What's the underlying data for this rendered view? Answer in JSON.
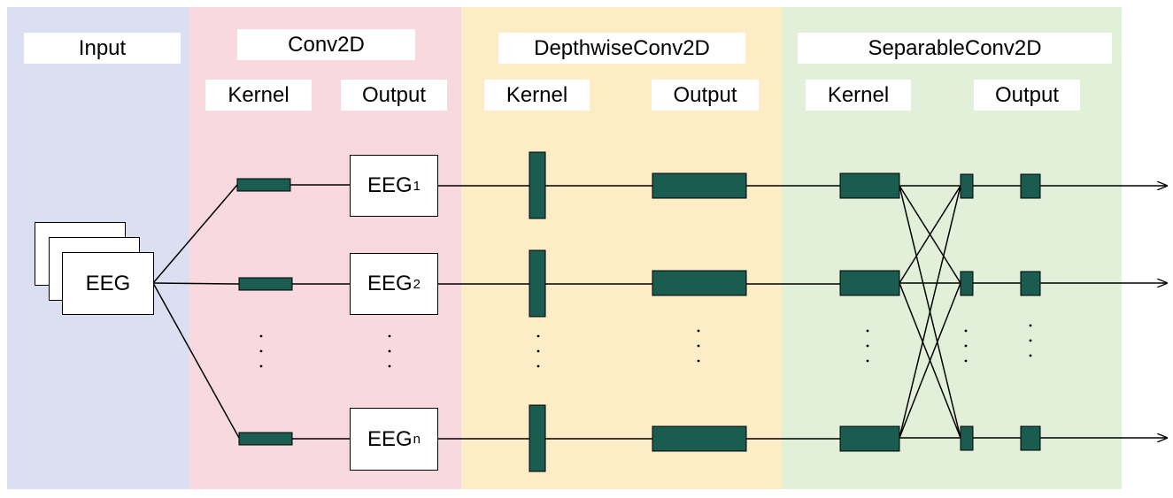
{
  "panels": {
    "input": {
      "title": "Input"
    },
    "conv2d": {
      "title": "Conv2D",
      "kernel": "Kernel",
      "output": "Output"
    },
    "depthwise": {
      "title": "DepthwiseConv2D",
      "kernel": "Kernel",
      "output": "Output"
    },
    "separable": {
      "title": "SeparableConv2D",
      "kernel": "Kernel",
      "output": "Output"
    }
  },
  "input_block": {
    "label": "EEG"
  },
  "eeg_outputs": [
    {
      "base": "EEG",
      "sub": "1"
    },
    {
      "base": "EEG",
      "sub": "2"
    },
    {
      "base": "EEG",
      "sub": "n"
    }
  ],
  "colors": {
    "input_bg": "#dae0f2",
    "conv_bg": "#f8d9df",
    "depth_bg": "#fdedc6",
    "sep_bg": "#e3f0d9",
    "kernel_fill": "#1a5c50"
  }
}
